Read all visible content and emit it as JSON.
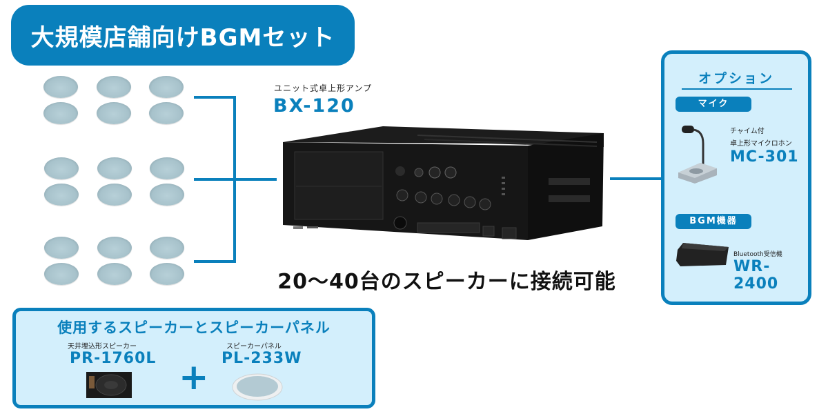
{
  "header": {
    "title": "大規模店舗向けBGMセット"
  },
  "amplifier": {
    "subtitle": "ユニット式卓上形アンプ",
    "model": "BX-120"
  },
  "speaker_grid": {
    "groups": 3,
    "rows_per_group": 2,
    "columns": 3,
    "total_icons": 18
  },
  "caption": "20〜40台のスピーカーに接続可能",
  "options": {
    "title": "オプション",
    "categories": [
      {
        "label": "マイク",
        "product_desc_line1": "チャイム付",
        "product_desc_line2": "卓上形マイクロホン",
        "model": "MC-301"
      },
      {
        "label": "BGM機器",
        "product_desc_line1": "Bluetooth受信機",
        "model": "WR-2400"
      }
    ]
  },
  "used_products": {
    "title": "使用するスピーカーとスピーカーパネル",
    "items": [
      {
        "desc": "天井埋込形スピーカー",
        "model": "PR-1760L"
      },
      {
        "desc": "スピーカーパネル",
        "model": "PL-233W"
      }
    ],
    "plus_symbol": "+"
  },
  "colors": {
    "accent": "#0a80bc",
    "panel_bg": "#d3effc",
    "text_dark": "#111111"
  }
}
